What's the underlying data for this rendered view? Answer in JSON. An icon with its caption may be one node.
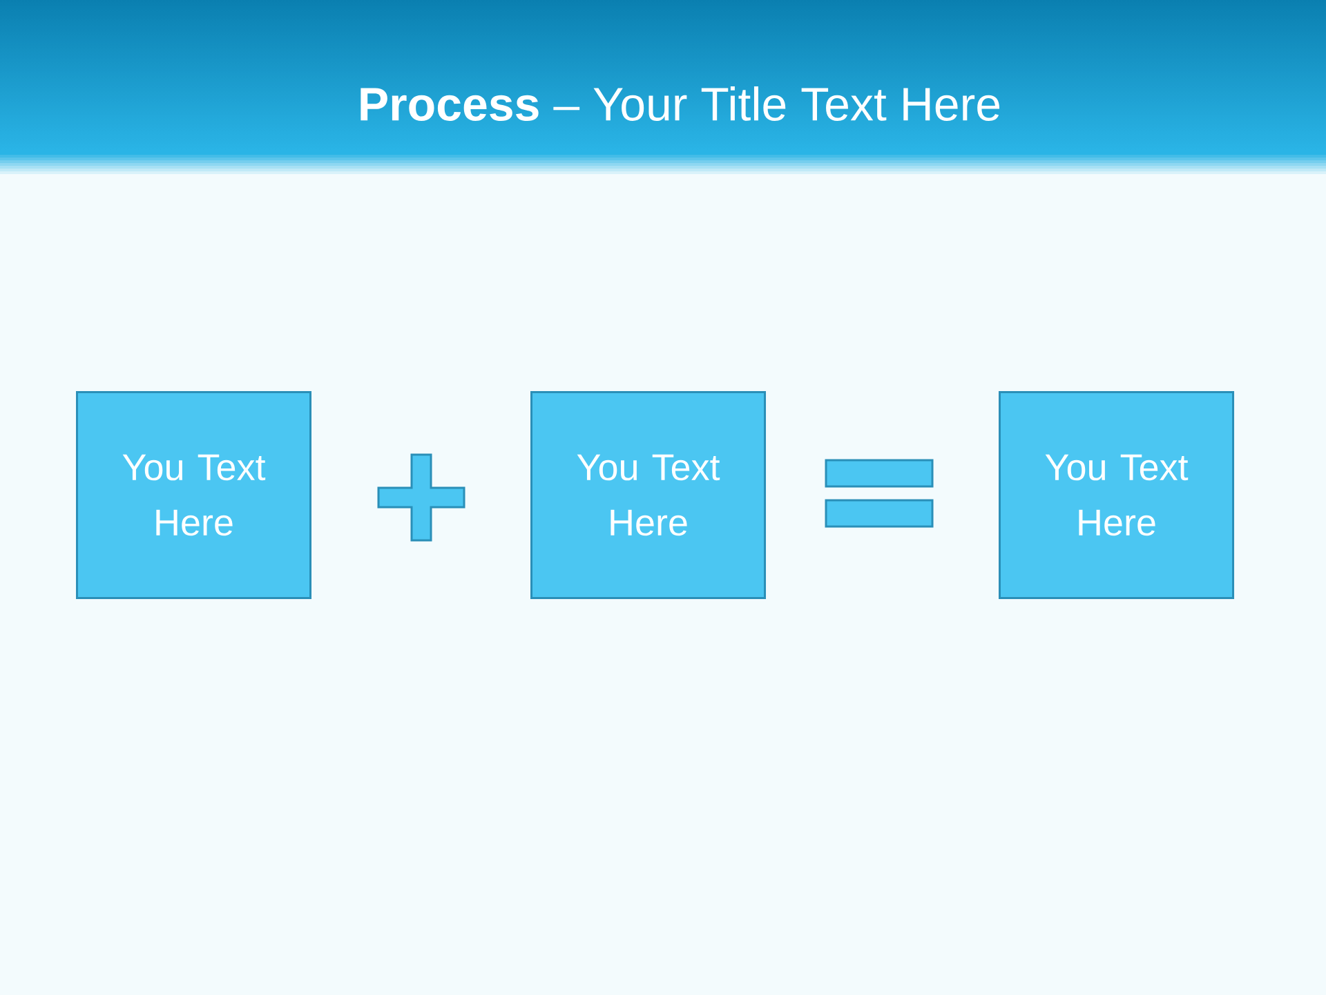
{
  "diagram": {
    "title": "**Process** – Your Title Text Here",
    "nodes": [
      {
        "text": [
          "You Text Here"
        ]
      },
      {
        "text": [
          "You Text Here"
        ]
      },
      {
        "text": [
          "You Text Here"
        ]
      }
    ]
  }
}
